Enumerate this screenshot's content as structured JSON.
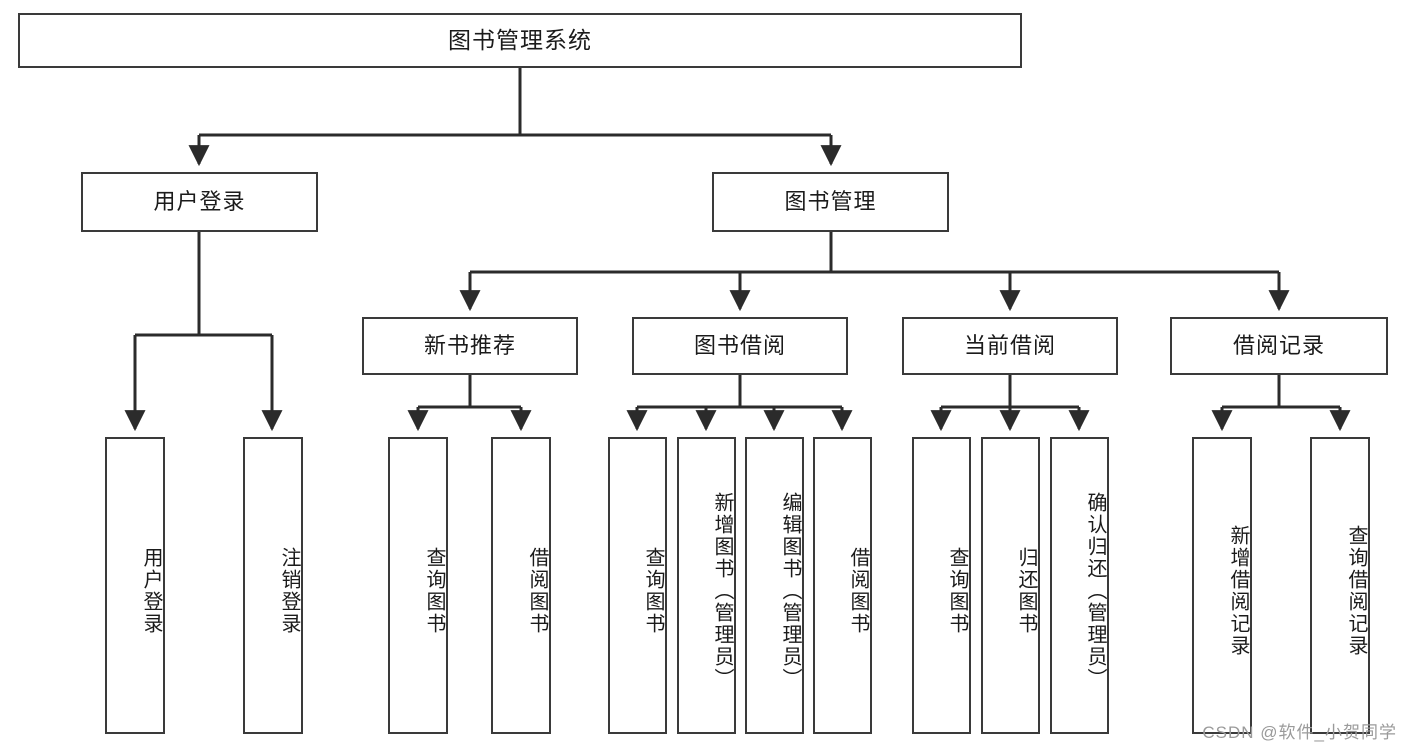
{
  "diagram": {
    "title": "图书管理系统",
    "type": "hierarchy-tree",
    "watermark": "CSDN @软件_小贺同学",
    "colors": {
      "box_border": "#3a3a3a",
      "box_fill": "#ffffff",
      "edge": "#2b2b2b",
      "text": "#1b1b1b",
      "watermark": "#9a9a9a"
    },
    "nodes": {
      "root": {
        "label": "图书管理系统"
      },
      "level2": [
        {
          "id": "user-login",
          "label": "用户登录"
        },
        {
          "id": "book-manage",
          "label": "图书管理"
        }
      ],
      "level3": [
        {
          "id": "new-book-recommend",
          "label": "新书推荐"
        },
        {
          "id": "book-borrow",
          "label": "图书借阅"
        },
        {
          "id": "current-borrow",
          "label": "当前借阅"
        },
        {
          "id": "borrow-record",
          "label": "借阅记录"
        }
      ],
      "leaves": {
        "user-login": [
          {
            "id": "leaf-user-login",
            "label": "用户登录"
          },
          {
            "id": "leaf-user-logout",
            "label": "注销登录"
          }
        ],
        "new-book-recommend": [
          {
            "id": "leaf-query-book-1",
            "label": "查询图书"
          },
          {
            "id": "leaf-borrow-book-1",
            "label": "借阅图书"
          }
        ],
        "book-borrow": [
          {
            "id": "leaf-query-book-2",
            "label": "查询图书"
          },
          {
            "id": "leaf-add-book",
            "label": "新增图书（管理员）"
          },
          {
            "id": "leaf-edit-book",
            "label": "编辑图书（管理员）"
          },
          {
            "id": "leaf-borrow-book-2",
            "label": "借阅图书"
          }
        ],
        "current-borrow": [
          {
            "id": "leaf-query-book-3",
            "label": "查询图书"
          },
          {
            "id": "leaf-return-book",
            "label": "归还图书"
          },
          {
            "id": "leaf-confirm-return",
            "label": "确认归还（管理员）"
          }
        ],
        "borrow-record": [
          {
            "id": "leaf-add-record",
            "label": "新增借阅记录"
          },
          {
            "id": "leaf-query-record",
            "label": "查询借阅记录"
          }
        ]
      }
    }
  }
}
